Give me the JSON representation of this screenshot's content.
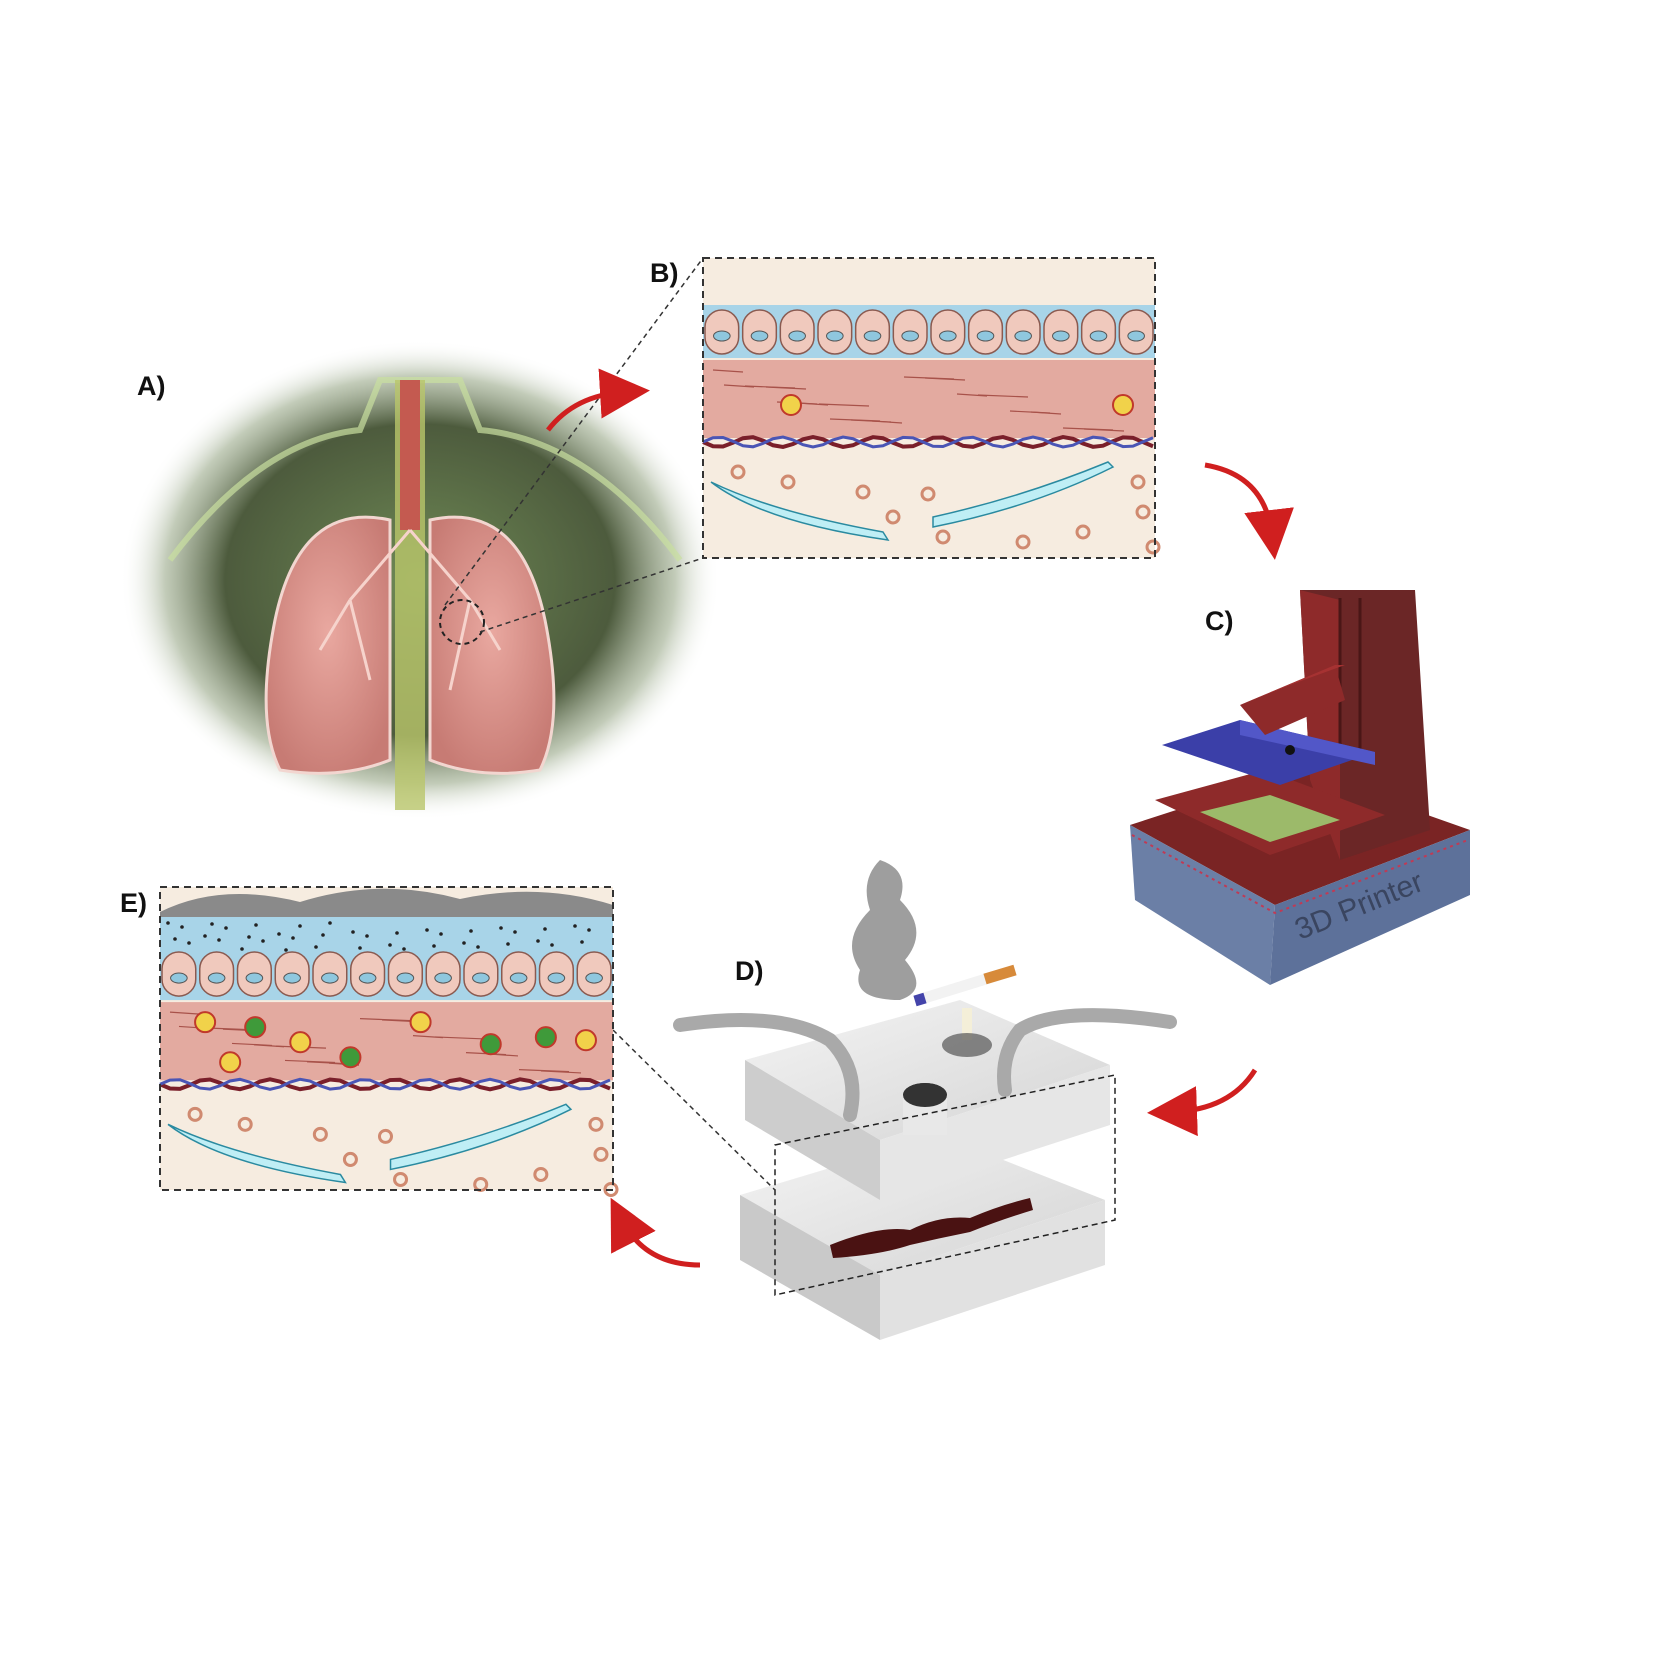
{
  "panels": {
    "a": {
      "label": "A)"
    },
    "b": {
      "label": "B)"
    },
    "c": {
      "label": "C)",
      "printer_text": "3D Printer"
    },
    "d": {
      "label": "D)"
    },
    "e": {
      "label": "E)"
    }
  },
  "colors": {
    "arrow": "#d01f1f",
    "epithelium": "#a8d4e8",
    "stroma": "#e3aaa0",
    "background_tissue": "#f6ece0",
    "printer_base": "#6b7fa6",
    "printer_frame": "#8e2a2a",
    "printer_tray": "#3b3fa8",
    "printer_bed": "#9cba6a"
  }
}
